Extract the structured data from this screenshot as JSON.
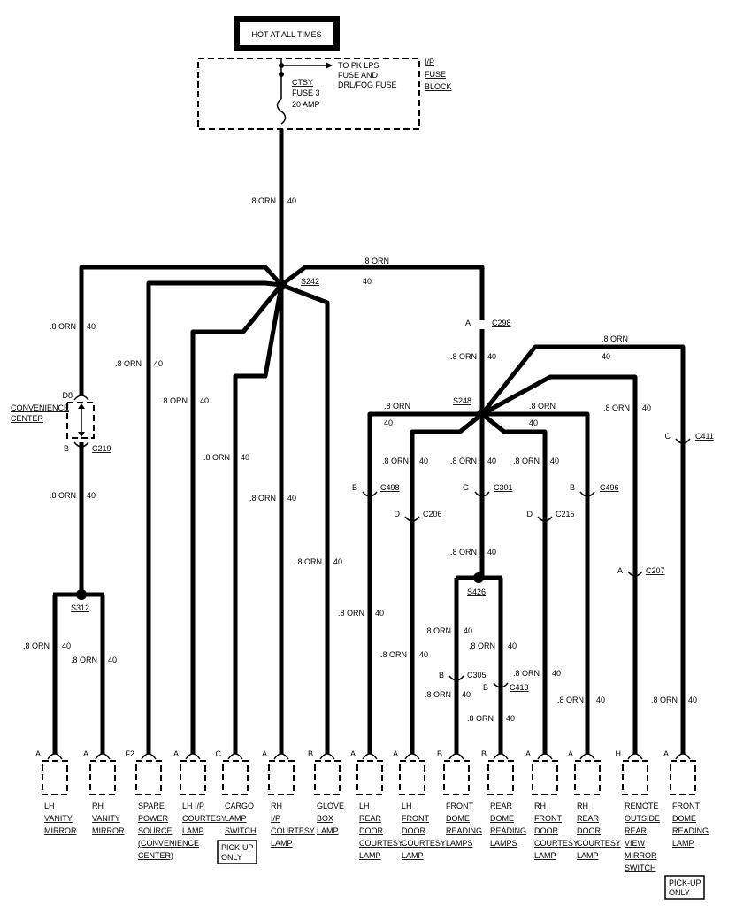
{
  "header": {
    "label": "HOT AT ALL TIMES"
  },
  "fuse_block": {
    "name_lines": [
      "I/P",
      "FUSE",
      "BLOCK"
    ],
    "fuse_lines": [
      "CTSY",
      "FUSE 3",
      "20 AMP"
    ],
    "arrow_lines": [
      "TO PK LPS",
      "FUSE AND",
      "DRL/FOG FUSE"
    ]
  },
  "wire": {
    "gauge": ".8 ORN",
    "circuit": "40"
  },
  "splices": {
    "s242": "S242",
    "s248": "S248",
    "s312": "S312",
    "s426": "S426"
  },
  "connectors": {
    "c298": {
      "pin": "A",
      "id": "C298"
    },
    "c219": {
      "pin_top": "D8",
      "pin": "B",
      "id": "C219"
    },
    "c498": {
      "pin": "B",
      "id": "C498"
    },
    "c206": {
      "pin": "D",
      "id": "C206"
    },
    "c301": {
      "pin": "G",
      "id": "C301"
    },
    "c215": {
      "pin": "D",
      "id": "C215"
    },
    "c496": {
      "pin": "B",
      "id": "C496"
    },
    "c411": {
      "pin": "C",
      "id": "C411"
    },
    "c207": {
      "pin": "A",
      "id": "C207"
    },
    "c305": {
      "pin": "B",
      "id": "C305"
    },
    "c413": {
      "pin": "B",
      "id": "C413"
    }
  },
  "convenience_center": [
    "CONVENIENCE",
    "CENTER"
  ],
  "components": [
    {
      "pin": "A",
      "lines": [
        "LH",
        "VANITY",
        "MIRROR"
      ]
    },
    {
      "pin": "A",
      "lines": [
        "RH",
        "VANITY",
        "MIRROR"
      ]
    },
    {
      "pin": "F2",
      "lines": [
        "SPARE",
        "POWER",
        "SOURCE",
        "(CONVENIENCE",
        "CENTER)"
      ]
    },
    {
      "pin": "A",
      "lines": [
        "LH I/P",
        "COURTESY",
        "LAMP"
      ]
    },
    {
      "pin": "C",
      "lines": [
        "CARGO",
        "LAMP",
        "SWITCH"
      ],
      "note": [
        "PICK-UP",
        "ONLY"
      ]
    },
    {
      "pin": "A",
      "lines": [
        "RH",
        "I/P",
        "COURTESY",
        "LAMP"
      ]
    },
    {
      "pin": "B",
      "lines": [
        "GLOVE",
        "BOX",
        "LAMP"
      ]
    },
    {
      "pin": "A",
      "lines": [
        "LH",
        "REAR",
        "DOOR",
        "COURTESY",
        "LAMP"
      ]
    },
    {
      "pin": "A",
      "lines": [
        "LH",
        "FRONT",
        "DOOR",
        "COURTESY",
        "LAMP"
      ]
    },
    {
      "pin": "B",
      "lines": [
        "FRONT",
        "DOME",
        "READING",
        "LAMPS"
      ]
    },
    {
      "pin": "B",
      "lines": [
        "REAR",
        "DOME",
        "READING",
        "LAMPS"
      ]
    },
    {
      "pin": "A",
      "lines": [
        "RH",
        "FRONT",
        "DOOR",
        "COURTESY",
        "LAMP"
      ]
    },
    {
      "pin": "A",
      "lines": [
        "RH",
        "REAR",
        "DOOR",
        "COURTESY",
        "LAMP"
      ]
    },
    {
      "pin": "H",
      "lines": [
        "REMOTE",
        "OUTSIDE",
        "REAR",
        "VIEW",
        "MIRROR",
        "SWITCH"
      ]
    },
    {
      "pin": "A",
      "lines": [
        "FRONT",
        "DOME",
        "READING",
        "LAMP"
      ],
      "note": [
        "PICK-UP",
        "ONLY"
      ]
    }
  ]
}
